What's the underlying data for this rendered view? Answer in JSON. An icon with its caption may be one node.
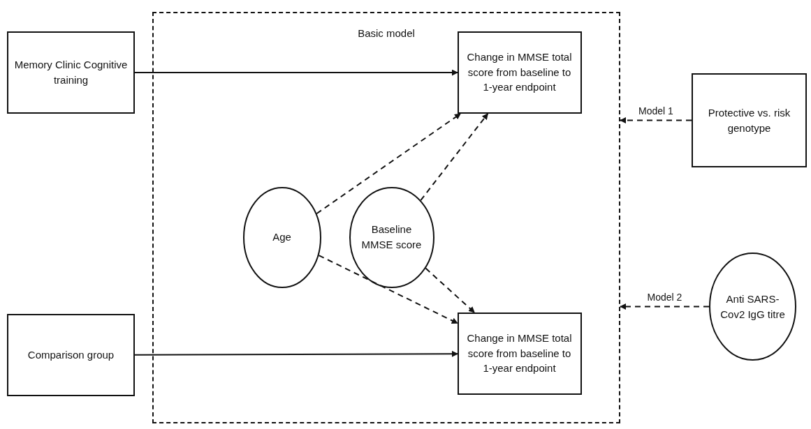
{
  "diagram": {
    "nodes": [
      {
        "text": [
          "Memory Clinic Cognitive training"
        ]
      },
      {
        "text": [
          "Basic model"
        ]
      },
      {
        "text": [
          "Change in MMSE total score from baseline to 1-year endpoint"
        ],
        "in": 1
      },
      {
        "text": [
          "Age"
        ],
        "in": 1
      },
      {
        "text": [
          "Baseline MMSE score"
        ],
        "in": 1
      },
      {
        "text": [
          "Change in MMSE total score from baseline to 1-year endpoint"
        ],
        "in": 1
      },
      {
        "text": [
          "Comparison group"
        ]
      },
      {
        "text": [
          "Protective vs. risk genotype"
        ]
      },
      {
        "text": [
          "Anti SARS-Cov2 IgG titre"
        ]
      }
    ],
    "edges": [
      {
        "from": 0,
        "to": 2,
        "arrow": "to"
      },
      {
        "from": 3,
        "to": 2,
        "arrow": "to",
        "style": "dashed"
      },
      {
        "from": 4,
        "to": 2,
        "arrow": "to",
        "style": "dashed"
      },
      {
        "from": 3,
        "to": 5,
        "arrow": "to",
        "style": "dashed"
      },
      {
        "from": 4,
        "to": 5,
        "arrow": "to",
        "style": "dashed"
      },
      {
        "from": 6,
        "to": 5,
        "arrow": "to"
      },
      {
        "from": 7,
        "to": 1,
        "arrow": "to",
        "style": "dashed",
        "label": "Model 1"
      },
      {
        "from": 8,
        "to": 1,
        "arrow": "to",
        "style": "dashed",
        "label": "Model 2"
      }
    ]
  }
}
